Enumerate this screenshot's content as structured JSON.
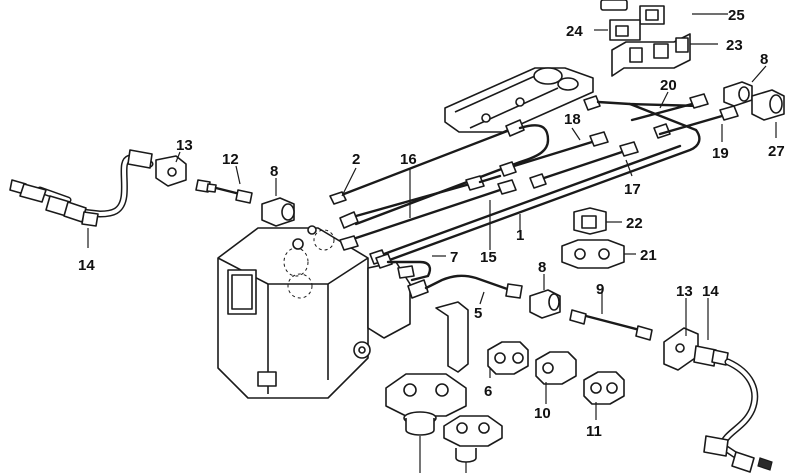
{
  "callouts": {
    "c25": "25",
    "c24": "24",
    "c23": "23",
    "c8_top": "8",
    "c20": "20",
    "c27": "27",
    "c19": "19",
    "c18": "18",
    "c13_left": "13",
    "c12": "12",
    "c8_left": "8",
    "c2": "2",
    "c16": "16",
    "c17": "17",
    "c22": "22",
    "c1": "1",
    "c21": "21",
    "c14_left": "14",
    "c7": "7",
    "c15": "15",
    "c8_mid": "8",
    "c9": "9",
    "c13_right": "13",
    "c14_right": "14",
    "c5": "5",
    "c6": "6",
    "c10": "10",
    "c11": "11"
  },
  "colors": {
    "ink": "#1a1a1a",
    "paper": "#ffffff"
  }
}
